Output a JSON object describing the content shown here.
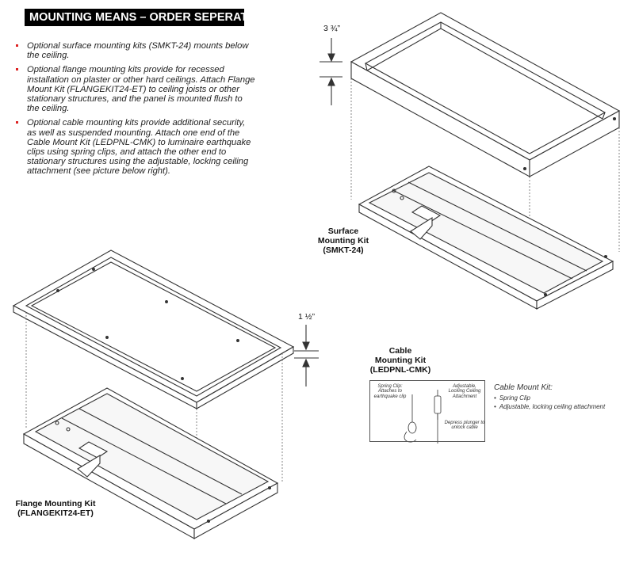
{
  "header": {
    "title": "MOUNTING MEANS – ORDER SEPERATATLY"
  },
  "bullets": [
    "Optional surface mounting kits (SMKT-24) mounts below the ceiling.",
    "Optional flange mounting kits provide for recessed installation on plaster or other hard ceilings. Attach Flange Mount Kit (FLANGEKIT24-ET) to ceiling joists or other stationary structures, and the panel is mounted flush to the ceiling.",
    "Optional cable mounting kits provide additional security, as well as suspended mounting. Attach one end of the Cable Mount Kit (LEDPNL-CMK) to luminaire earthquake clips using spring clips, and attach the other end to stationary structures using the adjustable, locking ceiling attachment (see picture below right)."
  ],
  "surface": {
    "dimension": "3 ¾”",
    "label_line1": "Surface",
    "label_line2": "Mounting Kit",
    "label_line3": "(SMKT-24)"
  },
  "flange": {
    "dimension": "1 ½”",
    "label_line1": "Flange Mounting Kit",
    "label_line2": "(FLANGEKIT24-ET)"
  },
  "cable": {
    "label_line1": "Cable",
    "label_line2": "Mounting Kit",
    "label_line3": "(LEDPNL-CMK)",
    "callout_spring": "Spring Clip: Attaches to earthquake clip",
    "callout_adjustable": "Adjustable, Locking Ceiling Attachment",
    "callout_depress": "Depress plunger to unlock cable",
    "kit_title": "Cable Mount Kit:",
    "kit_items": [
      "Spring Clip",
      "Adjustable, locking ceiling attachment"
    ]
  }
}
